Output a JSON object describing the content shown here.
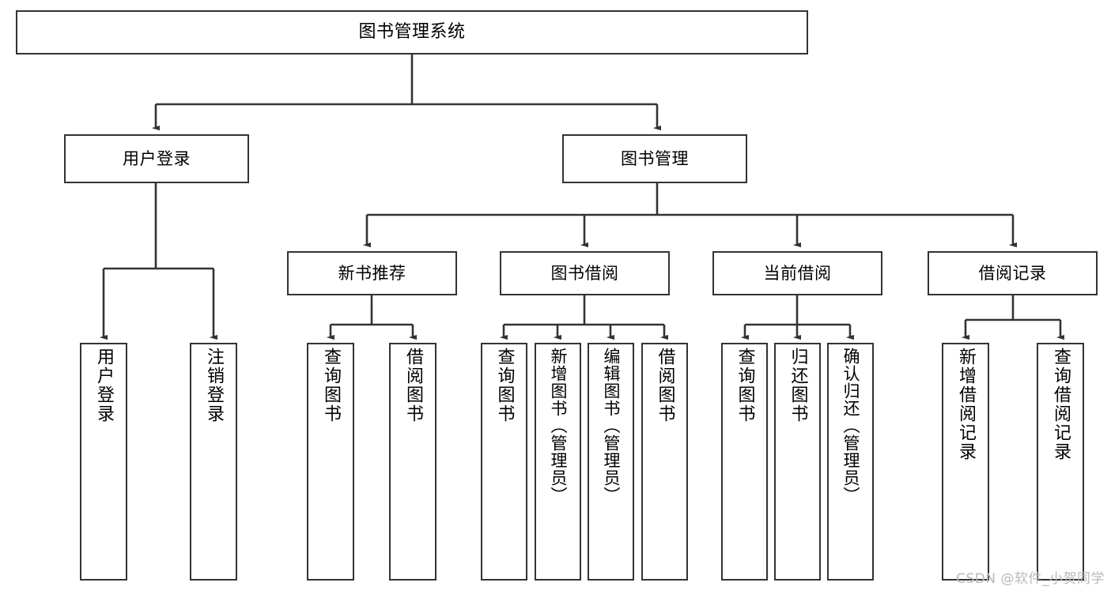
{
  "diagram": {
    "title": "图书管理系统",
    "type": "tree-hierarchy-chart",
    "colors": {
      "box_border": "#333333",
      "box_fill": "#ffffff",
      "connector": "#333333",
      "text": "#000000",
      "watermark": "#b9b9b9",
      "background": "#ffffff"
    },
    "nodes": {
      "root": {
        "label": "图书管理系统"
      },
      "level2": [
        {
          "id": "user-login",
          "label": "用户登录"
        },
        {
          "id": "book-management",
          "label": "图书管理"
        }
      ],
      "level3": [
        {
          "id": "new-book-recommend",
          "label": "新书推荐"
        },
        {
          "id": "book-borrow",
          "label": "图书借阅"
        },
        {
          "id": "current-borrow",
          "label": "当前借阅"
        },
        {
          "id": "borrow-record",
          "label": "借阅记录"
        }
      ],
      "leaves": {
        "user-login": [
          {
            "id": "leaf-user-login",
            "label": "用户登录"
          },
          {
            "id": "leaf-logout-login",
            "label": "注销登录"
          }
        ],
        "new-book-recommend": [
          {
            "id": "leaf-query-book-1",
            "label": "查询图书"
          },
          {
            "id": "leaf-borrow-book-1",
            "label": "借阅图书"
          }
        ],
        "book-borrow": [
          {
            "id": "leaf-query-book-2",
            "label": "查询图书"
          },
          {
            "id": "leaf-add-book-admin",
            "label": "新增图书（管理员）"
          },
          {
            "id": "leaf-edit-book-admin",
            "label": "编辑图书（管理员）"
          },
          {
            "id": "leaf-borrow-book-2",
            "label": "借阅图书"
          }
        ],
        "current-borrow": [
          {
            "id": "leaf-query-book-3",
            "label": "查询图书"
          },
          {
            "id": "leaf-return-book",
            "label": "归还图书"
          },
          {
            "id": "leaf-confirm-return-admin",
            "label": "确认归还（管理员）"
          }
        ],
        "borrow-record": [
          {
            "id": "leaf-add-borrow-record",
            "label": "新增借阅记录"
          },
          {
            "id": "leaf-query-borrow-record",
            "label": "查询借阅记录"
          }
        ]
      }
    },
    "watermark": "CSDN @软件_小贺同学"
  }
}
